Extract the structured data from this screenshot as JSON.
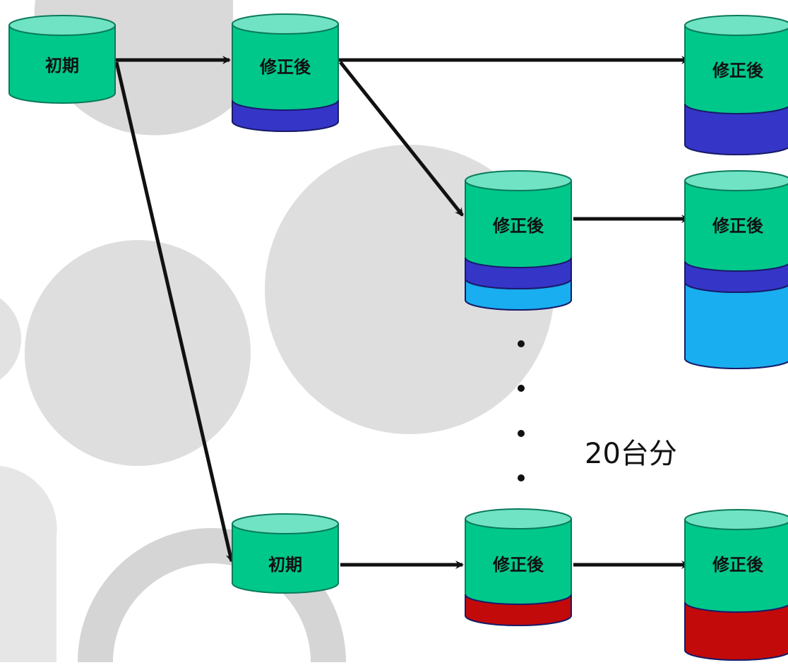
{
  "labels": {
    "initial": "初期",
    "modified": "修正後",
    "count": "20台分"
  },
  "colors": {
    "cylinder_body": "#00c88a",
    "cylinder_top": "#6fe3c4",
    "cylinder_outline": "#0a7a5a",
    "layer_dark_blue": "#3535c8",
    "layer_light_blue": "#18aef0",
    "layer_red": "#c20a0a",
    "arrow": "#111111",
    "background_circles": "#dcdcdc"
  },
  "nodes": [
    {
      "name": "initial-cylinder-top",
      "label_key": "initial"
    },
    {
      "name": "modified-cylinder-1",
      "label_key": "modified"
    },
    {
      "name": "modified-cylinder-top-right",
      "label_key": "modified"
    },
    {
      "name": "modified-cylinder-2",
      "label_key": "modified"
    },
    {
      "name": "modified-cylinder-mid-right",
      "label_key": "modified"
    },
    {
      "name": "initial-cylinder-bottom",
      "label_key": "initial"
    },
    {
      "name": "modified-cylinder-3",
      "label_key": "modified"
    },
    {
      "name": "modified-cylinder-bottom-right",
      "label_key": "modified"
    }
  ]
}
